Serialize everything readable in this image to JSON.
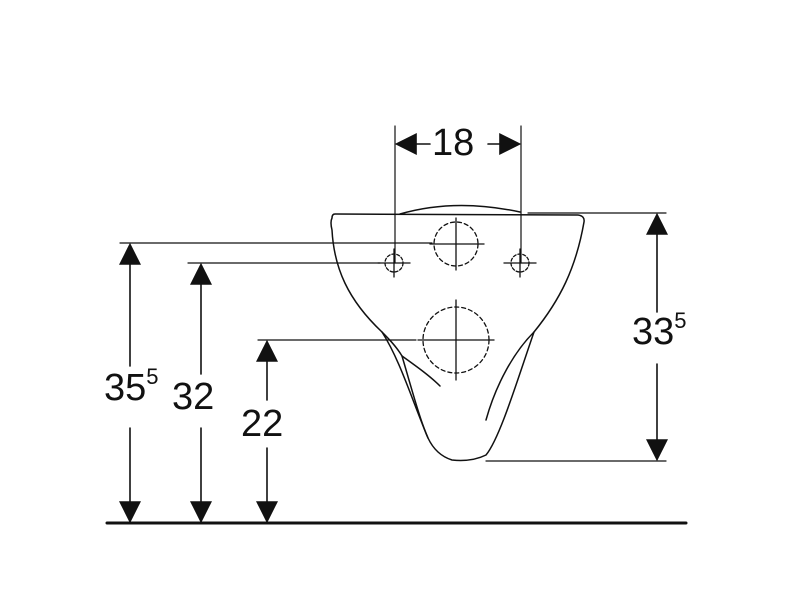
{
  "dimensions": {
    "hole_spacing": {
      "value": "18"
    },
    "bowl_height": {
      "value": "33",
      "sup": "5"
    },
    "top_fixing_height": {
      "value": "35",
      "sup": "5"
    },
    "fixing_bolt_height": {
      "value": "32"
    },
    "outlet_height": {
      "value": "22"
    }
  },
  "colors": {
    "line": "#111111",
    "background": "#ffffff"
  }
}
